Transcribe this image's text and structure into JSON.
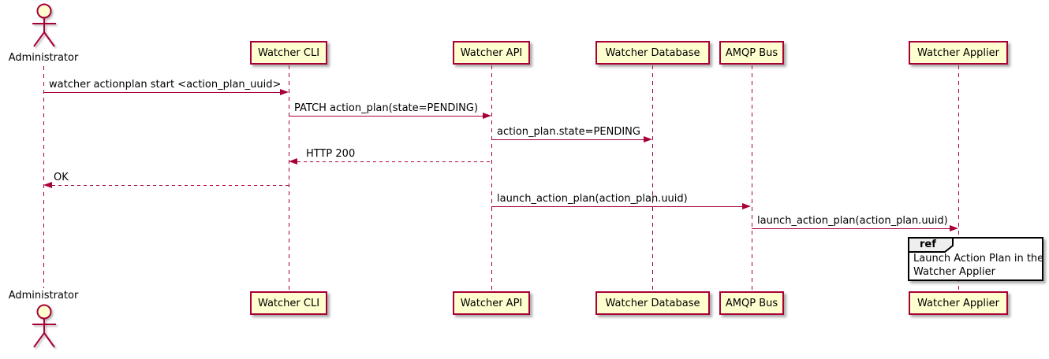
{
  "diagram_type": "sequence",
  "actor": {
    "label": "Administrator"
  },
  "participants": [
    {
      "label": "Watcher CLI"
    },
    {
      "label": "Watcher API"
    },
    {
      "label": "Watcher Database"
    },
    {
      "label": "AMQP Bus"
    },
    {
      "label": "Watcher Applier"
    }
  ],
  "messages": [
    {
      "from": "Administrator",
      "to": "Watcher CLI",
      "text": "watcher actionplan start <action_plan_uuid>",
      "line": "solid"
    },
    {
      "from": "Watcher CLI",
      "to": "Watcher API",
      "text": "PATCH action_plan(state=PENDING)",
      "line": "solid"
    },
    {
      "from": "Watcher API",
      "to": "Watcher Database",
      "text": "action_plan.state=PENDING",
      "line": "solid"
    },
    {
      "from": "Watcher API",
      "to": "Watcher CLI",
      "text": "HTTP 200",
      "line": "dashed"
    },
    {
      "from": "Watcher CLI",
      "to": "Administrator",
      "text": "OK",
      "line": "dashed"
    },
    {
      "from": "Watcher API",
      "to": "AMQP Bus",
      "text": "launch_action_plan(action_plan.uuid)",
      "line": "solid"
    },
    {
      "from": "AMQP Bus",
      "to": "Watcher Applier",
      "text": "launch_action_plan(action_plan.uuid)",
      "line": "solid"
    }
  ],
  "ref_fragment": {
    "keyword": "ref",
    "over": "Watcher Applier",
    "text_line1": "Launch Action Plan in the",
    "text_line2": "Watcher Applier"
  },
  "colors": {
    "participant_fill": "#FEFECE",
    "stroke": "#A80036",
    "ref_border": "#000000",
    "ref_header_fill": "#EEEEEE",
    "background": "#FFFFFF"
  }
}
